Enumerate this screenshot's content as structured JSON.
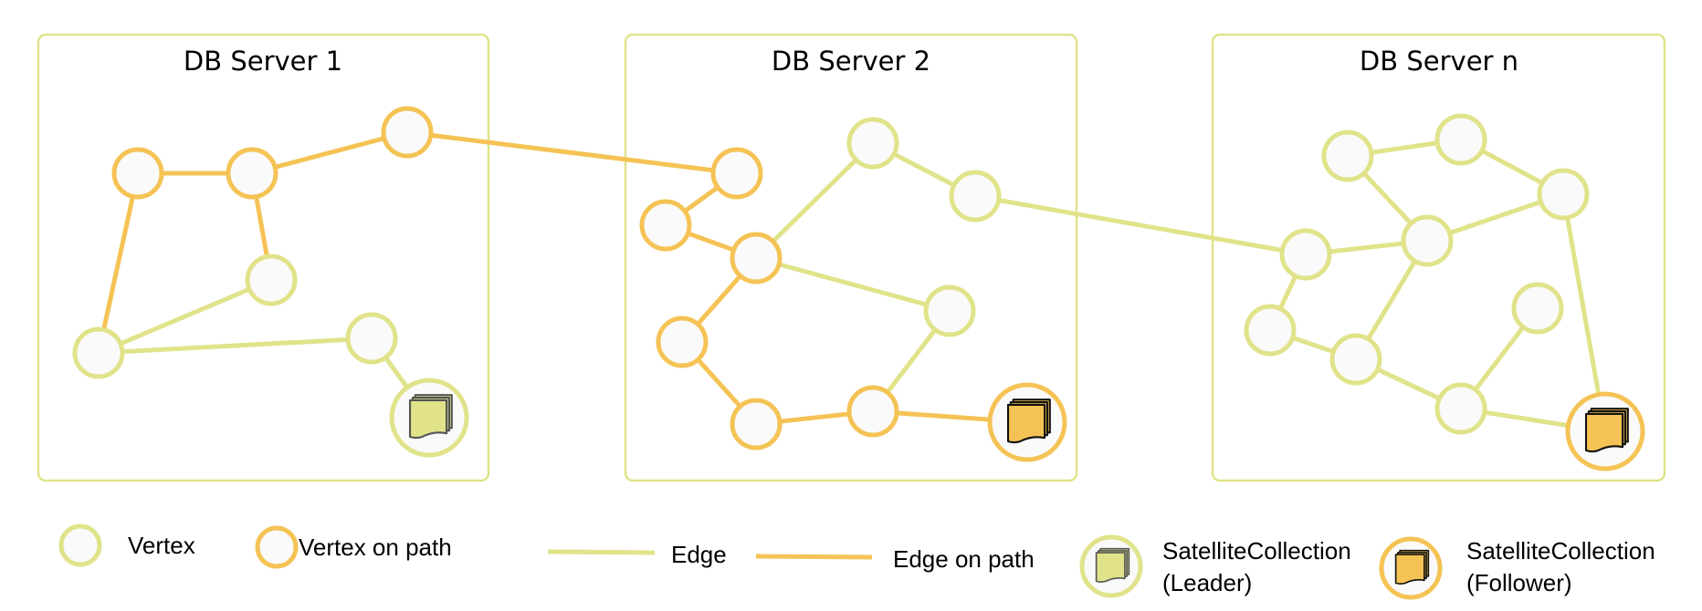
{
  "colors": {
    "vertex": "#E0E38A",
    "path": "#F5C355",
    "node_fill": "#FAFAFA",
    "box_border": "#E0E38A",
    "doc_outline_leader": "#555555",
    "doc_outline_follower": "#111111"
  },
  "servers": [
    {
      "id": "s1",
      "title": "DB Server 1"
    },
    {
      "id": "s2",
      "title": "DB Server 2"
    },
    {
      "id": "sn",
      "title": "DB Server n"
    }
  ],
  "graph": {
    "nodes": [
      {
        "id": "A",
        "server": "s1",
        "type": "vertex",
        "on_path": true
      },
      {
        "id": "B",
        "server": "s1",
        "type": "vertex",
        "on_path": true
      },
      {
        "id": "C",
        "server": "s1",
        "type": "vertex",
        "on_path": true
      },
      {
        "id": "D",
        "server": "s1",
        "type": "vertex",
        "on_path": false
      },
      {
        "id": "E",
        "server": "s1",
        "type": "vertex",
        "on_path": false
      },
      {
        "id": "F",
        "server": "s1",
        "type": "vertex",
        "on_path": false
      },
      {
        "id": "SAT1",
        "server": "s1",
        "type": "satellite",
        "role": "leader"
      },
      {
        "id": "G",
        "server": "s2",
        "type": "vertex",
        "on_path": true
      },
      {
        "id": "H",
        "server": "s2",
        "type": "vertex",
        "on_path": true
      },
      {
        "id": "I",
        "server": "s2",
        "type": "vertex",
        "on_path": true
      },
      {
        "id": "J",
        "server": "s2",
        "type": "vertex",
        "on_path": false
      },
      {
        "id": "K",
        "server": "s2",
        "type": "vertex",
        "on_path": false
      },
      {
        "id": "L",
        "server": "s2",
        "type": "vertex",
        "on_path": false
      },
      {
        "id": "M",
        "server": "s2",
        "type": "vertex",
        "on_path": true
      },
      {
        "id": "N",
        "server": "s2",
        "type": "vertex",
        "on_path": true
      },
      {
        "id": "O",
        "server": "s2",
        "type": "vertex",
        "on_path": true
      },
      {
        "id": "SAT2",
        "server": "s2",
        "type": "satellite",
        "role": "follower"
      },
      {
        "id": "P",
        "server": "sn",
        "type": "vertex",
        "on_path": false
      },
      {
        "id": "Q",
        "server": "sn",
        "type": "vertex",
        "on_path": false
      },
      {
        "id": "R",
        "server": "sn",
        "type": "vertex",
        "on_path": false
      },
      {
        "id": "S",
        "server": "sn",
        "type": "vertex",
        "on_path": false
      },
      {
        "id": "T",
        "server": "sn",
        "type": "vertex",
        "on_path": false
      },
      {
        "id": "U",
        "server": "sn",
        "type": "vertex",
        "on_path": false
      },
      {
        "id": "V",
        "server": "sn",
        "type": "vertex",
        "on_path": false
      },
      {
        "id": "W",
        "server": "sn",
        "type": "vertex",
        "on_path": false
      },
      {
        "id": "X",
        "server": "sn",
        "type": "vertex",
        "on_path": false
      },
      {
        "id": "SATN",
        "server": "sn",
        "type": "satellite",
        "role": "follower"
      }
    ],
    "edges": [
      {
        "from": "A",
        "to": "B",
        "on_path": true
      },
      {
        "from": "B",
        "to": "C",
        "on_path": true
      },
      {
        "from": "B",
        "to": "D",
        "on_path": true
      },
      {
        "from": "A",
        "to": "E",
        "on_path": true
      },
      {
        "from": "E",
        "to": "D",
        "on_path": false
      },
      {
        "from": "E",
        "to": "F",
        "on_path": false
      },
      {
        "from": "F",
        "to": "SAT1",
        "on_path": false
      },
      {
        "from": "C",
        "to": "G",
        "on_path": true
      },
      {
        "from": "G",
        "to": "H",
        "on_path": true
      },
      {
        "from": "H",
        "to": "I",
        "on_path": true
      },
      {
        "from": "I",
        "to": "J",
        "on_path": false
      },
      {
        "from": "J",
        "to": "K",
        "on_path": false
      },
      {
        "from": "I",
        "to": "L",
        "on_path": false
      },
      {
        "from": "I",
        "to": "M",
        "on_path": true
      },
      {
        "from": "M",
        "to": "N",
        "on_path": true
      },
      {
        "from": "N",
        "to": "O",
        "on_path": true
      },
      {
        "from": "O",
        "to": "L",
        "on_path": false
      },
      {
        "from": "O",
        "to": "SAT2",
        "on_path": true
      },
      {
        "from": "K",
        "to": "T",
        "on_path": false
      },
      {
        "from": "P",
        "to": "Q",
        "on_path": false
      },
      {
        "from": "Q",
        "to": "R",
        "on_path": false
      },
      {
        "from": "P",
        "to": "S",
        "on_path": false
      },
      {
        "from": "R",
        "to": "S",
        "on_path": false
      },
      {
        "from": "T",
        "to": "S",
        "on_path": false
      },
      {
        "from": "T",
        "to": "U",
        "on_path": false
      },
      {
        "from": "S",
        "to": "V",
        "on_path": false
      },
      {
        "from": "U",
        "to": "V",
        "on_path": false
      },
      {
        "from": "V",
        "to": "X",
        "on_path": false
      },
      {
        "from": "W",
        "to": "X",
        "on_path": false
      },
      {
        "from": "R",
        "to": "SATN",
        "on_path": false
      },
      {
        "from": "X",
        "to": "SATN",
        "on_path": false
      }
    ]
  },
  "legend": {
    "vertex": "Vertex",
    "vertex_on_path": "Vertex on path",
    "edge": "Edge",
    "edge_on_path": "Edge on path",
    "satellite_leader": [
      "SatelliteCollection",
      "(Leader)"
    ],
    "satellite_follower": [
      "SatelliteCollection",
      "(Follower)"
    ]
  }
}
